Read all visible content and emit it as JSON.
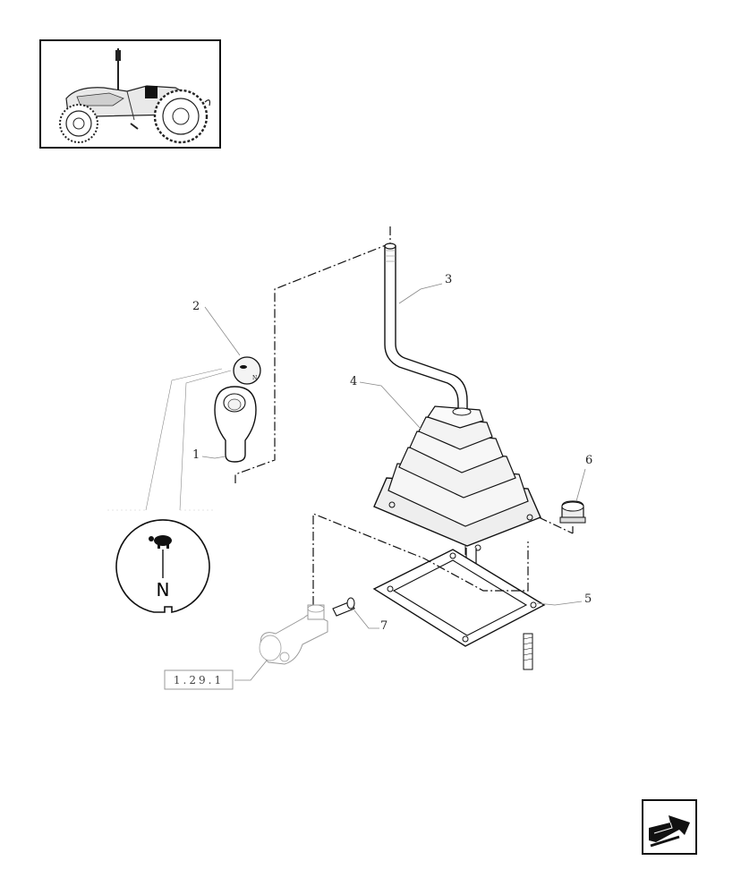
{
  "callouts": {
    "c1": "1",
    "c2": "2",
    "c3": "3",
    "c4": "4",
    "c5": "5",
    "c6": "6",
    "c7": "7"
  },
  "reference_box": "1.29.1",
  "symbol_label": "N",
  "icons": {
    "thumbnail": "tractor-icon",
    "navigation": "arrow-back-icon",
    "speed_symbol": "turtle-icon"
  }
}
